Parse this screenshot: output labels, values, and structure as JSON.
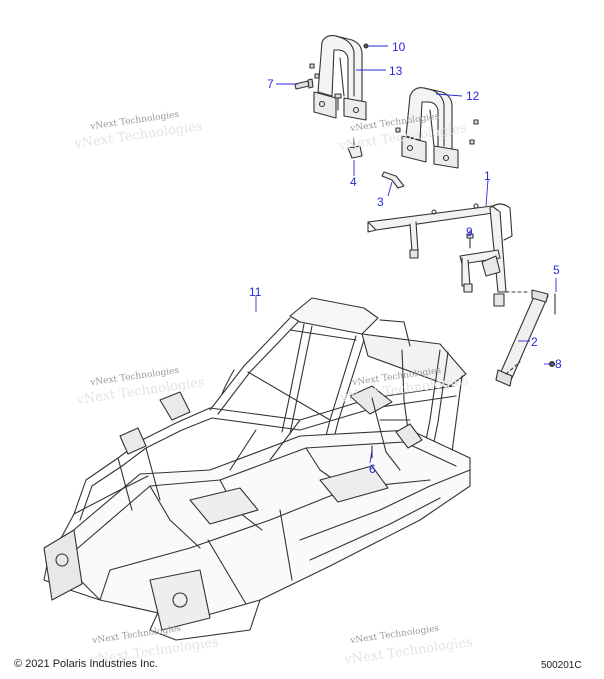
{
  "diagram": {
    "colors": {
      "callout": "#2a2ad8",
      "line": "#333333",
      "fill": "#f2f2f2"
    },
    "callouts": [
      "1",
      "2",
      "3",
      "4",
      "5",
      "6",
      "7",
      "8",
      "9",
      "10",
      "11",
      "12",
      "13"
    ],
    "watermark_text": "vNext Technologies"
  },
  "footer": {
    "copyright": "© 2021 Polaris Industries Inc.",
    "figure_id": "500201C"
  }
}
